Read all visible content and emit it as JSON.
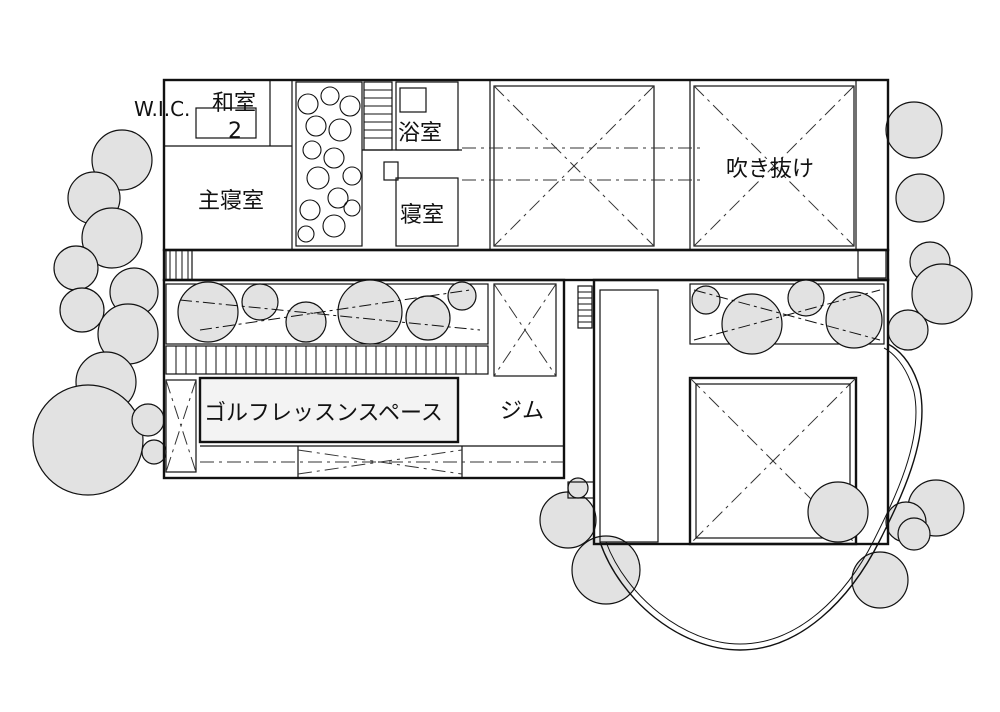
{
  "plan": {
    "rooms": {
      "wic": "W.I.C.",
      "washitsu": "和室",
      "washitsu_num": "2",
      "master_bedroom": "主寝室",
      "bath": "浴室",
      "bedroom": "寝室",
      "void": "吹き抜け",
      "golf_space": "ゴルフレッスンスペース",
      "gym": "ジム"
    },
    "colors": {
      "line": "#111111",
      "tree_fill": "#e2e2e2",
      "golf_fill": "#f3f3f3",
      "background": "#ffffff"
    }
  }
}
